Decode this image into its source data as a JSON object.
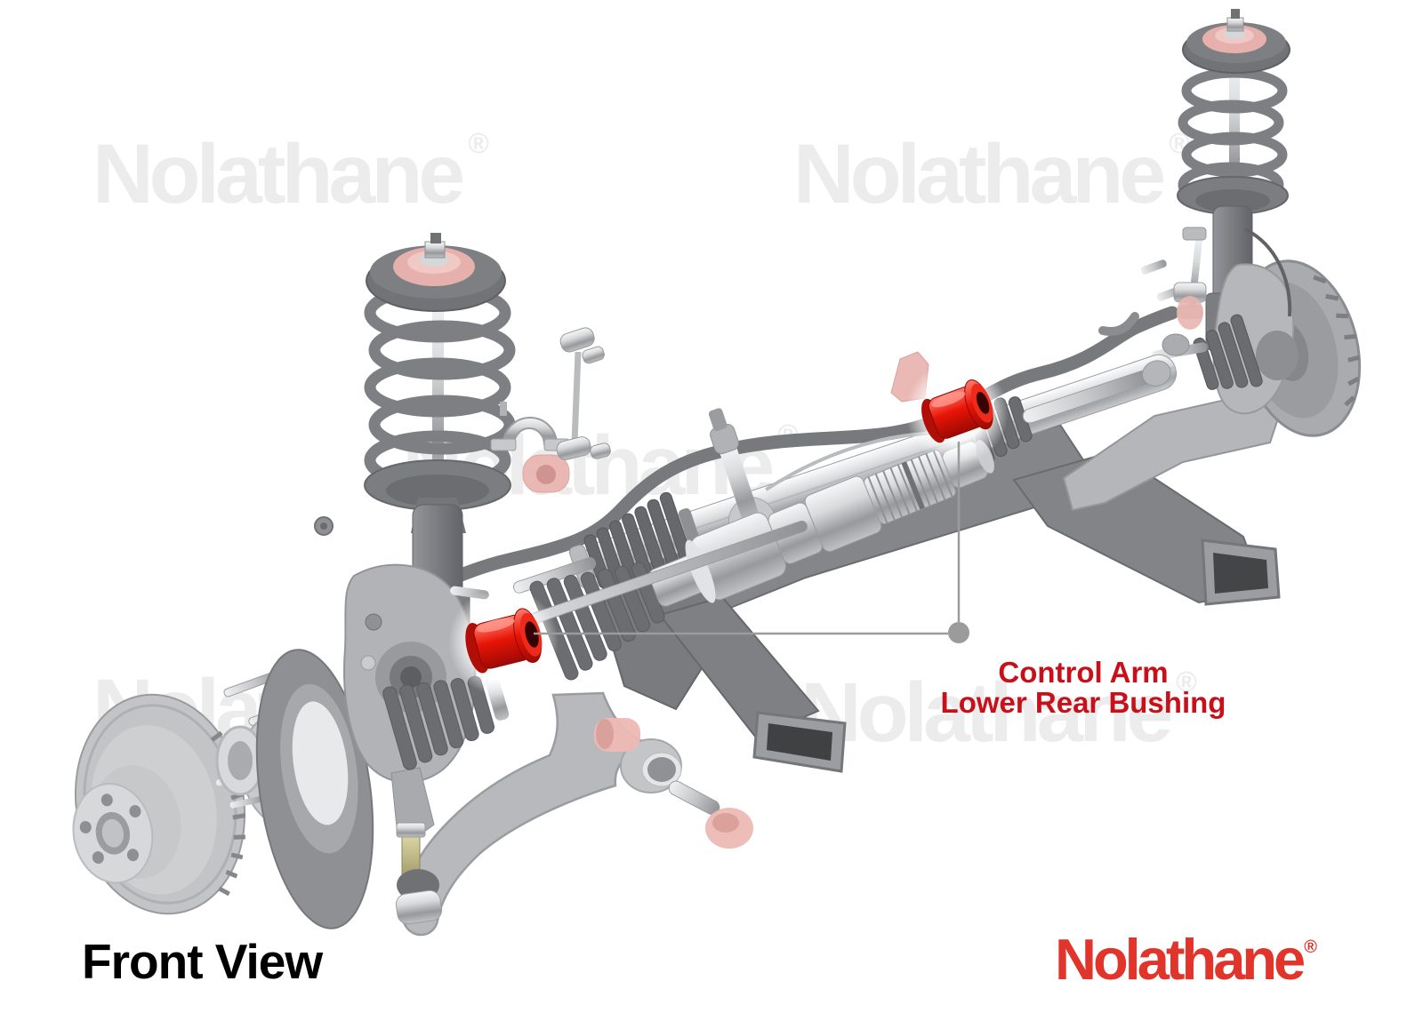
{
  "page": {
    "background": "#ffffff"
  },
  "branding": {
    "watermark_text": "Nolathane",
    "reg_symbol": "®",
    "watermark_color": "#ececec",
    "logo_text": "Nolathane",
    "logo_color": "#e1342a"
  },
  "callout": {
    "line1": "Control Arm",
    "line2": "Lower Rear Bushing",
    "color": "#c8101a"
  },
  "caption": {
    "text": "Front View",
    "color": "#000000"
  },
  "illustration": {
    "subject": "front-suspension-exploded-view",
    "highlight_color": "#e41310",
    "pink_bushing_color": "#e9b4af",
    "metal_color": "#8a8c8f",
    "leader_color": "#9b9b9b"
  }
}
